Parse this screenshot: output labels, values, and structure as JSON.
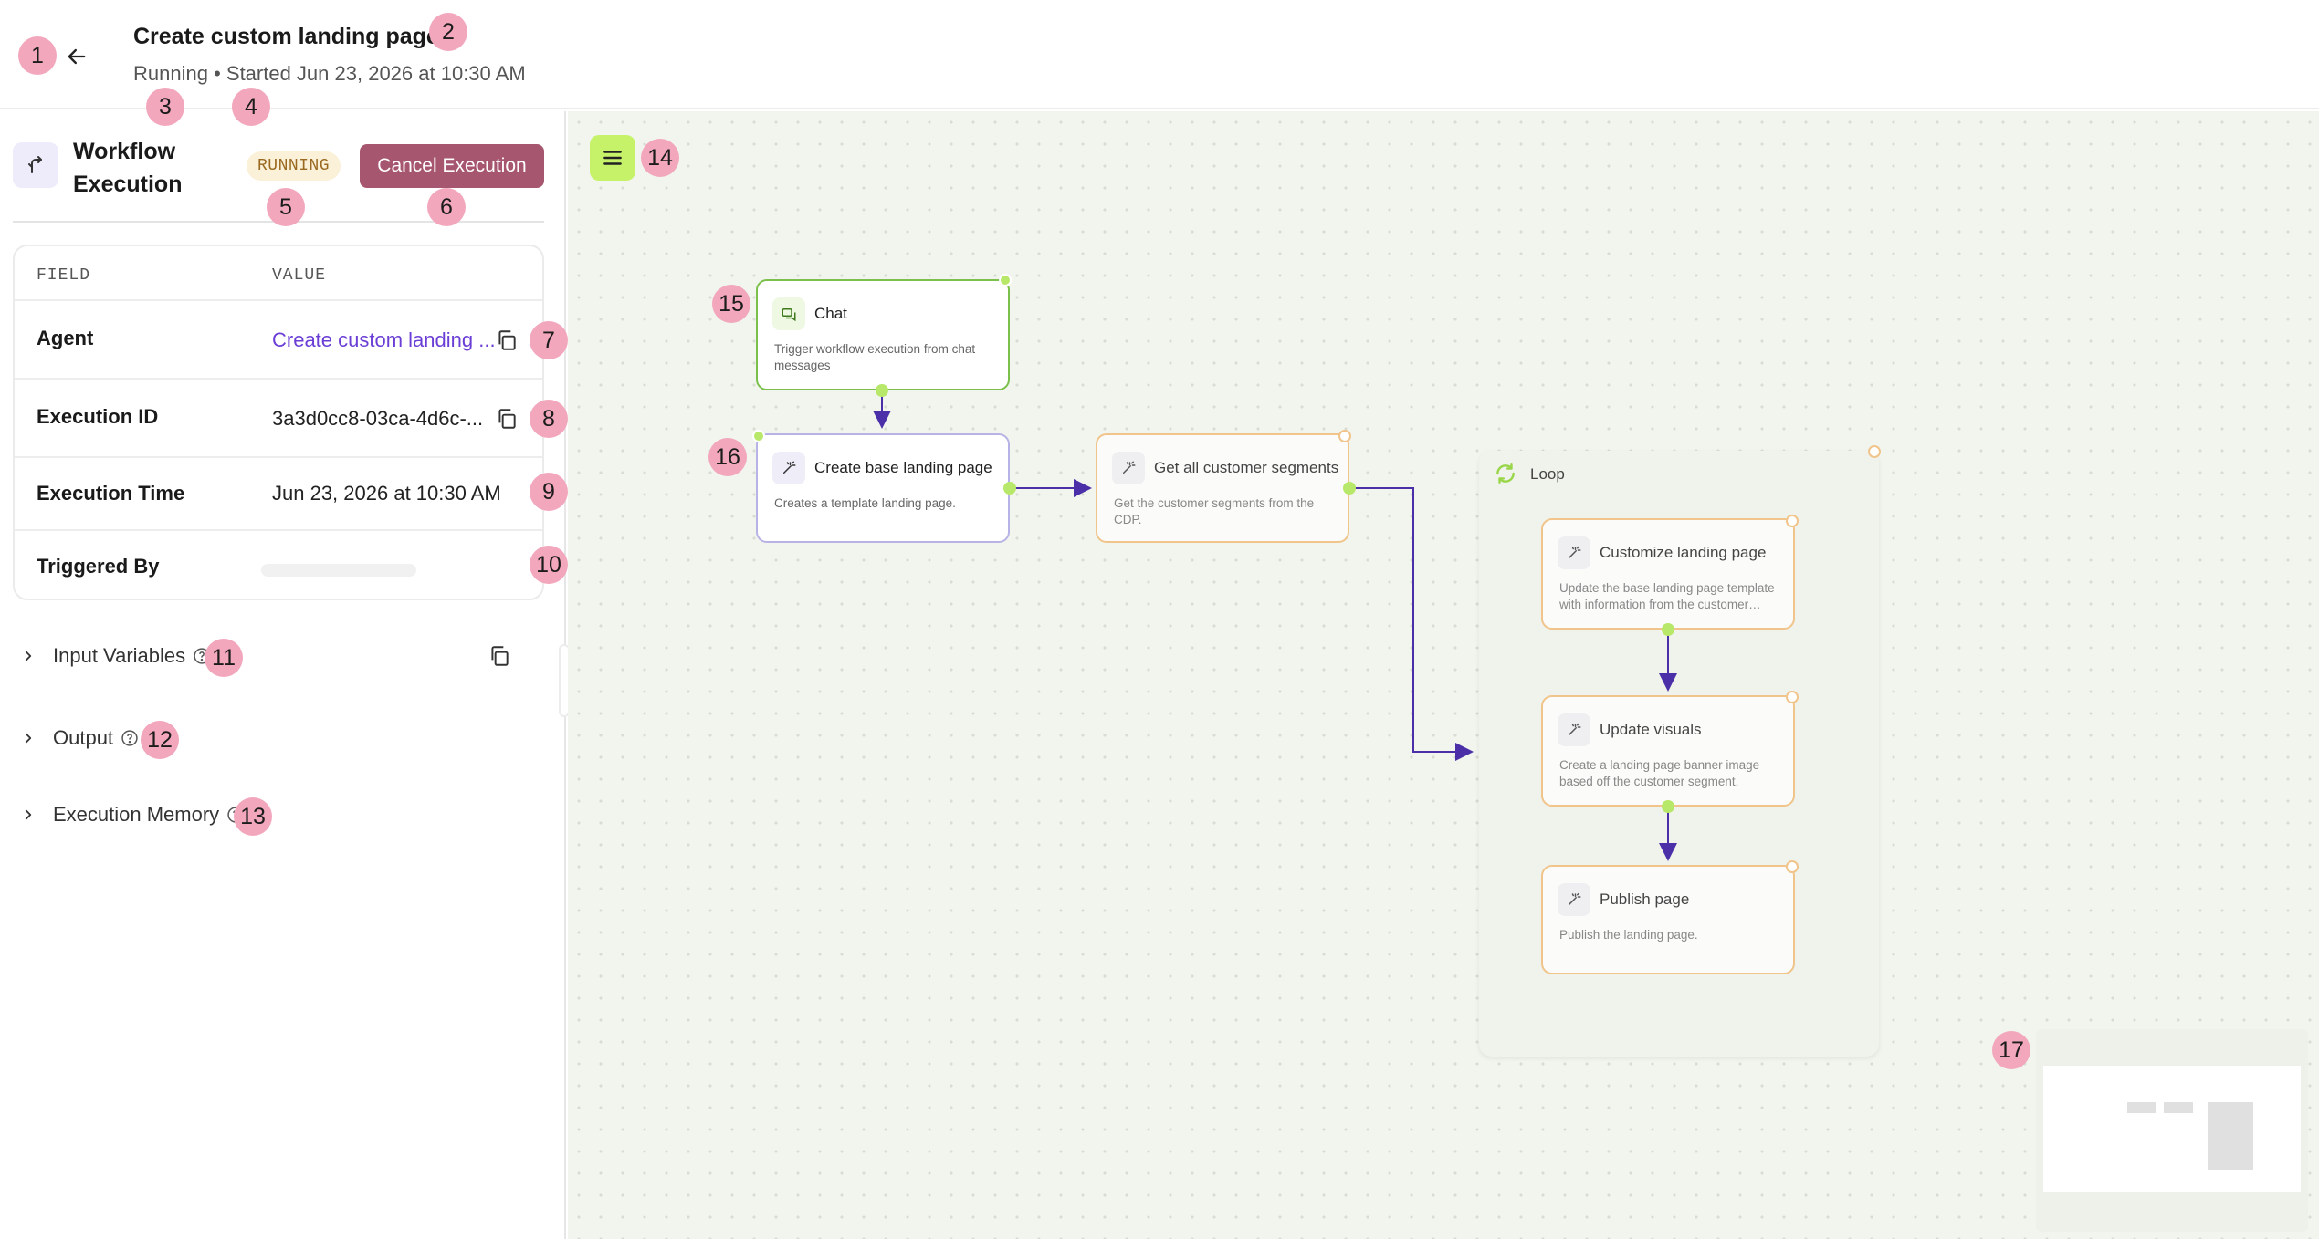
{
  "header": {
    "title": "Create custom landing pages",
    "status": "Running",
    "separator": " • ",
    "started": "Started Jun 23, 2026 at 10:30 AM"
  },
  "panel": {
    "title": "Workflow Execution",
    "badge": "RUNNING",
    "cancel_label": "Cancel Execution",
    "table": {
      "col_field": "FIELD",
      "col_value": "VALUE",
      "rows": [
        {
          "label": "Agent",
          "value": "Create custom landing ..."
        },
        {
          "label": "Execution ID",
          "value": "3a3d0cc8-03ca-4d6c-..."
        },
        {
          "label": "Execution Time",
          "value": "Jun 23, 2026 at 10:30 AM"
        },
        {
          "label": "Triggered By",
          "value": ""
        }
      ]
    },
    "sections": [
      {
        "label": "Input Variables"
      },
      {
        "label": "Output"
      },
      {
        "label": "Execution Memory"
      }
    ]
  },
  "canvas": {
    "nodes": {
      "chat": {
        "title": "Chat",
        "desc": "Trigger workflow execution from chat messages"
      },
      "create_base": {
        "title": "Create base landing page",
        "desc": "Creates a template landing page."
      },
      "get_segments": {
        "title": "Get all customer segments",
        "desc": "Get the customer segments from the CDP."
      },
      "customize": {
        "title": "Customize landing page",
        "desc": "Update the base landing page template with information from the customer…"
      },
      "update_visuals": {
        "title": "Update visuals",
        "desc": "Create a landing page banner image based off the customer segment."
      },
      "publish": {
        "title": "Publish page",
        "desc": "Publish the landing page."
      }
    },
    "loop_label": "Loop"
  },
  "markers": [
    "1",
    "2",
    "3",
    "4",
    "5",
    "6",
    "7",
    "8",
    "9",
    "10",
    "11",
    "12",
    "13",
    "14",
    "15",
    "16",
    "17"
  ],
  "icons": {
    "back": "arrow-left-icon",
    "workflow": "workflow-icon",
    "copy": "copy-icon",
    "chevron": "chevron-right-icon",
    "help": "help-circle-icon",
    "menu": "menu-icon",
    "chat": "chat-icon",
    "wand": "magic-wand-icon",
    "loop": "loop-icon"
  },
  "colors": {
    "accent": "#a6566f",
    "marker": "#f2a7bd",
    "link": "#6b3fd6",
    "menu_button": "#c6f26a",
    "chat_border": "#7bc04a",
    "start_border": "#b8b3e6",
    "agent_border": "#f0c48a",
    "edge": "#4a2fa8",
    "port": "#b8e86a",
    "badge_bg": "#fbf0d8",
    "badge_text": "#9a6a20"
  }
}
